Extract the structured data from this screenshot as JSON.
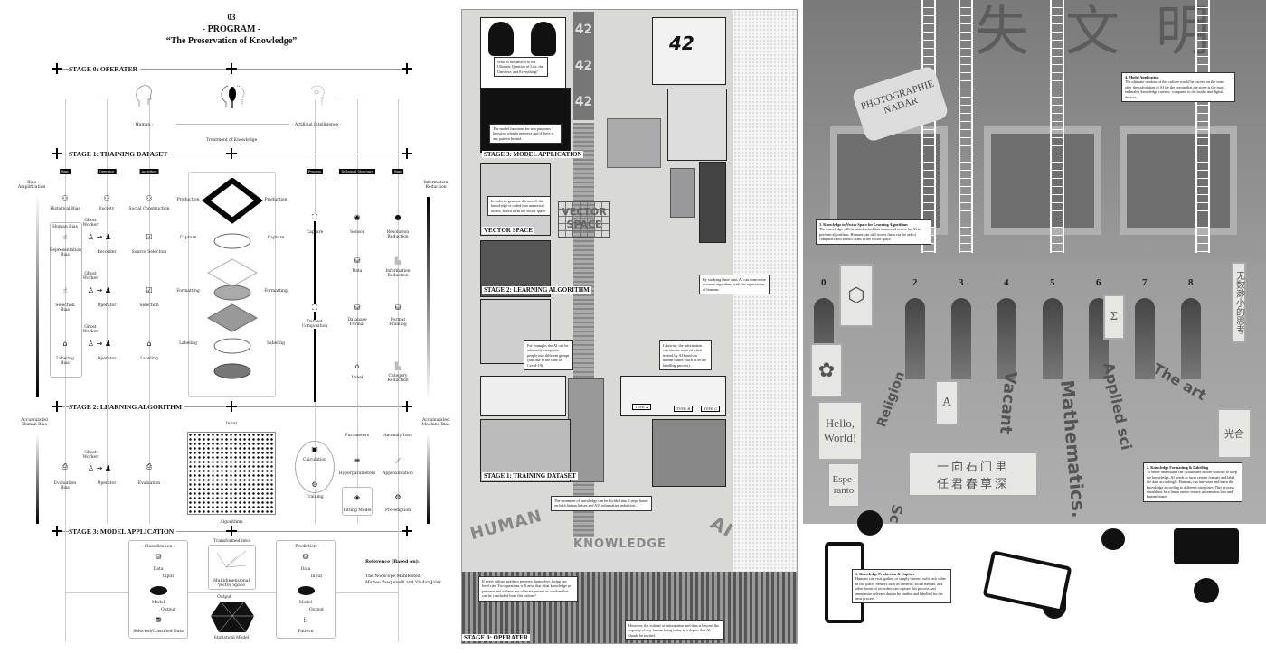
{
  "poster": {
    "number": "03",
    "program": "- PROGRAM -",
    "subtitle": "“The Preservation of Knowledge”"
  },
  "stages": {
    "s0": "STAGE 0: OPERATER",
    "s1": "STAGE 1: TRAINING DATASET",
    "s2": "STAGE 2: LEARNING ALGORITHM",
    "s3": "STAGE 3: MODEL APPLICATION"
  },
  "stage0": {
    "human": "- Human -",
    "ai": "- Artificial Intelligence -",
    "treatment": "Treatment of Knowledge"
  },
  "side": {
    "bias_amp": "Bias Amplification",
    "info_red": "Information Reduction",
    "acc_human": "Accumulated Human Bias",
    "acc_machine": "Accumulated Machine Bias"
  },
  "headers": {
    "bias": "Bias",
    "operator": "Operator",
    "activities": "Activities",
    "process": "Process",
    "tech": "Technical Structure",
    "bias2": "Bias"
  },
  "stage1": {
    "historical_bias": "Historical Bias",
    "human_bias": "Human Bias",
    "representation_bias": "Representation Bias",
    "selection_bias": "Selection Bias",
    "labeling_bias": "Labeling Bias",
    "society": "Society",
    "ghost_worker": "Ghost Worker",
    "recorder": "Recorder",
    "operator": "Operator",
    "social_construction": "Social Construction",
    "source_selection": "Source Selection",
    "selection": "Selection",
    "labeling": "Labeling",
    "production": "Production",
    "capture": "Capture",
    "formatting": "Formatting",
    "dataset_composition": "Dataset Composition",
    "sensor": "Sensor",
    "data": "Data",
    "database_format": "Database Format",
    "label": "Label",
    "resolution_reduction": "Resolution Reduction",
    "information_reduction": "Information Reduction",
    "format_framing": "Format Framing",
    "category_reduction": "Category Reduction"
  },
  "stage2": {
    "input": "Input",
    "algorithms": "Algorithms",
    "evaluation_bias": "Evaluation Bias",
    "ghost_worker": "Ghost Worker",
    "operator": "Operator",
    "evaluation": "Evaluation",
    "calculation": "Calculation",
    "training": "Training",
    "parameters": "Parameters",
    "hyperparameters": "Hyperparameters",
    "fitting_model": "Fitting Model",
    "anomaly_loss": "Anomaly Loss",
    "approximation": "Approximation",
    "preemption": "Pre-emption"
  },
  "stage3": {
    "classification": "- Classification -",
    "prediction": "- Prediction -",
    "data": "Data",
    "input": "Input",
    "model": "Model",
    "output": "Output",
    "selected": "Selected/Classified Data",
    "pattern": "Pattern",
    "transformed": "Transformed into",
    "vector_space": "Multidimensional Vector Space",
    "statistical_model": "Statistical Model"
  },
  "reference": {
    "heading": "Reference (Based on):",
    "text1": "The Nooscope Manifested,",
    "text2": "Matteo Pasquinelli and Vladan Joler"
  },
  "comic": {
    "h3": "STAGE 3: MODEL APPLICATION",
    "hvs": "VECTOR SPACE",
    "h2": "STAGE 2: LEARNING ALGORITHM",
    "h1": "STAGE 1: TRAINING DATASET",
    "h0": "STAGE 0: OPERATER",
    "c_question": "What is the answer to the Ultimate Question of Life, the Universe, and Everything?",
    "c_model": "The model functions for two purposes - knowing what to preserve and if there is any pattern behind.",
    "c_vector": "In order to generate the model, the knowledge is coded into numerical orders, which form the vector space.",
    "c_study": "By studying these data, AI can form more accurate algorithms with the supervision of humans.",
    "c_example": "For example, the AI can be arbitrarily categorize people into different groups (just like in the time of Covid-19).",
    "c_likewise": "Likewise, the information can also be reduced when treated by AI based on human biases (such as in the labelling process).",
    "c_treatment": "The treatment of knowledge can be divided into 3 steps based on both human biases and AI's information reduction...",
    "c_culture": "If every culture needs to preserve themselves facing sea level rise. Two questions will arise that what knowledge to preserve and is there any ultimate pattern or wisdom that can be concluded from this culture?",
    "c_however": "However, the volume of information and data is beyond the capacity of any human being today to a degree that AI should be invited.",
    "w42": "42",
    "w42b": "42",
    "wvector": "VECTOR SPACE",
    "whuman": "HUMAN",
    "wknowledge": "KNOWLEDGE",
    "wai": "AI",
    "type_a": "TYPE A",
    "type_b": "TYPE B",
    "type_c": "TYPE C"
  },
  "scene": {
    "c4_title": "4. Model Application",
    "c4": "The ultimate wisdom of this culture would be carved on the stone after the calculation of AI for the reason that the stone is the most endurable knowledge carriers, compared to the books and digital devices.",
    "c3_title": "3. Knowledge in Vector Space for Learning Algorithms",
    "c3": "The knowledge will be transformed into numerical orders for AI to perform algorithms. Humans can still access them via the aid of computers and robotic arms in the vector space",
    "c2_title": "2. Knowledge Formatting & Labelling",
    "c2": "To better understand the culture and decide whether to keep the knowledge, AI needs to form certain formats and label the data accordingly. Humans can intervene and learn the knowledge according to different categories. This process should not be a linear one to reduce information loss and human biases",
    "c1_title": "1. Knowledge Production & Capture",
    "c1": "Humans can visit, gather, or simply interact with each other in this place. Sensors such as cameras, social medias, and other forms of recorders can capture this process and anonymise relevant data to be studied and labelled for the next process.",
    "chars_top": [
      "失",
      "文",
      "明"
    ],
    "nadar": "PHOTOGRAPHIE NADAR",
    "numbers": [
      "0",
      "2",
      "3",
      "4",
      "5",
      "6",
      "7",
      "8"
    ],
    "hello": "Hello, World!",
    "esperanto": "Espe-ranto",
    "letter_a": "A",
    "sigma": "Σ",
    "poem1": "一向石门里",
    "poem2": "任君春草深",
    "vertical": "无数渺小的思考",
    "guang": "光合",
    "floor": [
      "Religion",
      "Science.",
      "Vacant",
      "Mathematics. Natu",
      "Applied sci",
      "The art"
    ]
  }
}
